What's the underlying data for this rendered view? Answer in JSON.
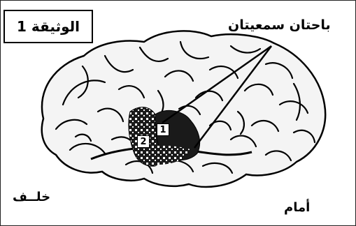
{
  "document": {
    "title": "الوثيقة 1"
  },
  "labels": {
    "auditory_areas": "باحتان سمعيتان",
    "back": "خلــف",
    "front": "أمام"
  },
  "markers": {
    "area_1": "1",
    "area_2": "2"
  },
  "colors": {
    "ink": "#000000",
    "brain_fill": "#f2f2f2",
    "dark_region": "#1a1a1a"
  }
}
